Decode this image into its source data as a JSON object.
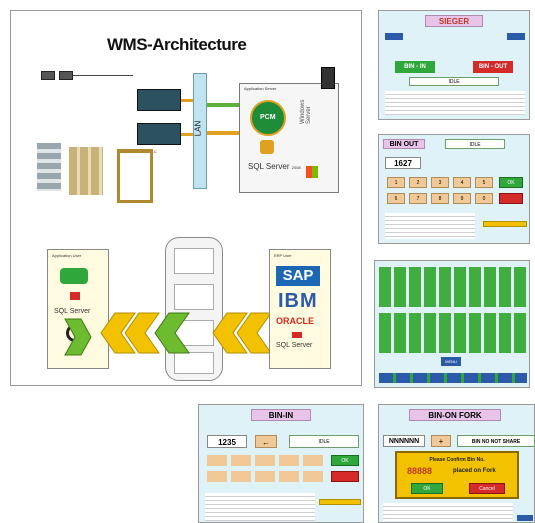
{
  "main": {
    "title": "WMS-Architecture",
    "lan_label": "LAN",
    "plc_label": "PLC",
    "app_server_label": "Application Server",
    "pcm_label": "PCM",
    "sql_server_label": "SQL Server",
    "sql_server_suffix": "2008",
    "windows_server_label": "Windows Server",
    "app_user_label": "Application User",
    "erp_user_label": "ERP User",
    "sap_label": "SAP",
    "ibm_label": "IBM",
    "oracle_label": "ORACLE"
  },
  "sieger": {
    "title": "SIEGER",
    "bin_in_label": "BIN - IN",
    "bin_out_label": "BIN - OUT",
    "idle_label": "IDLE"
  },
  "bin_out": {
    "title": "BIN OUT",
    "idle_label": "IDLE",
    "value": "1627",
    "keys_row1": [
      "1",
      "2",
      "3",
      "4",
      "5"
    ],
    "keys_row2": [
      "6",
      "7",
      "8",
      "9",
      "0"
    ],
    "ok_label": "OK"
  },
  "grid_screen": {
    "menu_label": "MENU"
  },
  "bin_in": {
    "title": "BIN-IN",
    "value": "1235",
    "arrow_label": "←",
    "idle_label": "IDLE",
    "ok_label": "OK"
  },
  "bin_on_fork": {
    "title": "BIN-ON FORK",
    "value": "NNNNNN",
    "plus_label": "+",
    "status_label": "BIN NO NOT SHARE",
    "dialog_title": "Please Confirm Bin No.",
    "dialog_value": "88888",
    "dialog_suffix": "placed on Fork",
    "ok_label": "OK",
    "cancel_label": "Cancel"
  },
  "colors": {
    "lan": "#bfe3ef",
    "green": "#2fa73a",
    "red": "#d42a2a",
    "chevron_yellow": "#f2c200",
    "chevron_green": "#6dbb2f",
    "sap_blue": "#1b67b4",
    "ibm_blue": "#2a5aa8",
    "oracle_red": "#d7261e"
  }
}
